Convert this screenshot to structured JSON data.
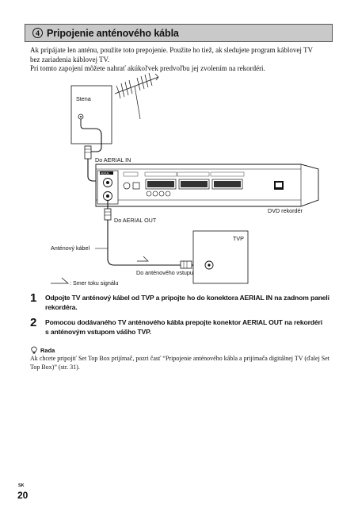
{
  "section": {
    "number": "4",
    "title": "Pripojenie anténového kábla"
  },
  "intro": {
    "line1": "Ak pripájate len anténu, použite toto prepojenie. Použite ho tiež, ak sledujete program káblovej TV",
    "line2": "bez zariadenia káblovej TV.",
    "line3": "Pri tomto zapojení môžete nahrať akúkoľvek predvoľbu jej zvolením na rekordéri."
  },
  "diagram": {
    "wall_label": "Stena",
    "aerial_in_label": "Do AERIAL IN",
    "aerial_out_label": "Do AERIAL OUT",
    "recorder_label": "DVD rekordér",
    "recorder_aerial_text": "AERIAL",
    "tv_label": "TVP",
    "cable_label": "Anténový kábel",
    "tv_input_label": "Do anténového vstupu",
    "signal_flow_label": ": Smer toku signálu"
  },
  "steps": [
    {
      "number": "1",
      "line1": "Odpojte TV anténový kábel od TVP a pripojte ho do konektora AERIAL IN na zadnom paneli",
      "line2": "rekordéra."
    },
    {
      "number": "2",
      "line1": "Pomocou dodávaného TV anténového kábla prepojte konektor AERIAL OUT na rekordéri",
      "line2": "s anténovým vstupom vášho TVP."
    }
  ],
  "tip": {
    "label": "Rada",
    "line1": "Ak chcete pripojiť Set Top Box prijímač, pozri časť “Pripojenie anténového kábla a prijímača digitálnej TV (ďalej Set",
    "line2": "Top Box)” (str. 31)."
  },
  "footer": {
    "lang": "SK",
    "page": "20"
  }
}
